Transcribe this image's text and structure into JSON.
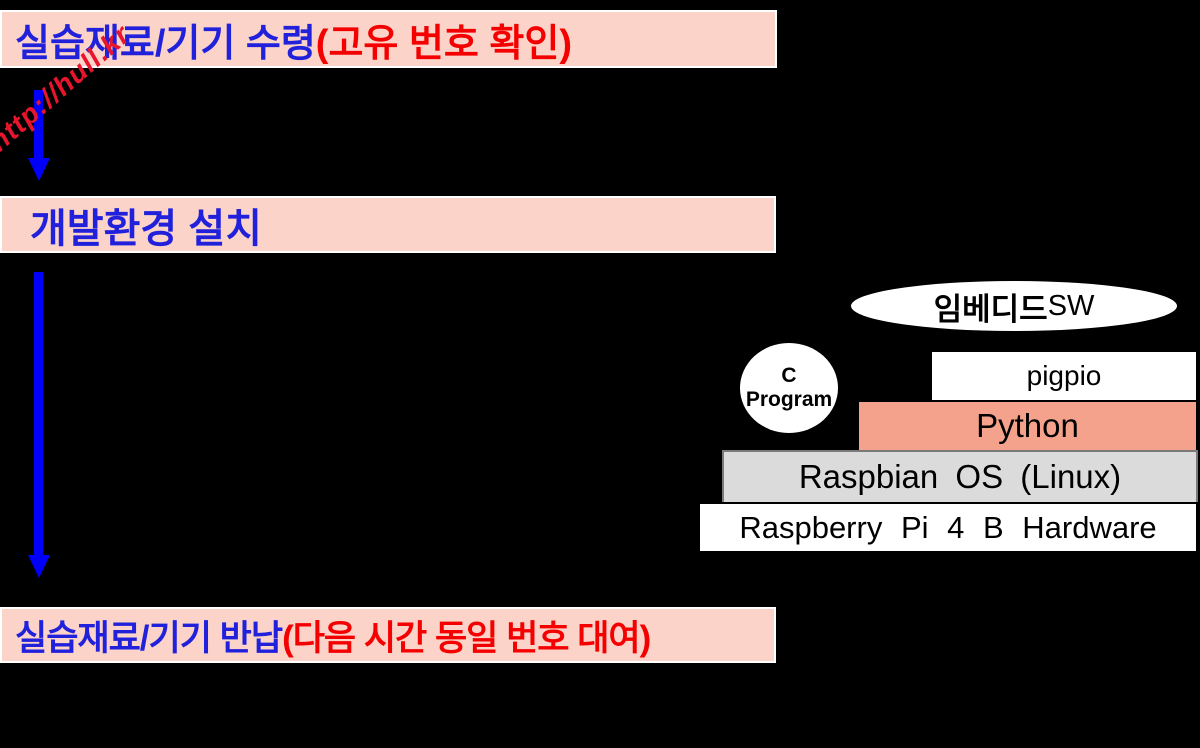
{
  "watermark": {
    "text": "http://hull.kr"
  },
  "flow_steps": [
    {
      "title": "실습재료/기기 수령",
      "note": "(고유 번호 확인)"
    },
    {
      "title": "개발환경 설치",
      "note": ""
    },
    {
      "title": "실습재료/기기 반납",
      "note": "(다음 시간 동일 번호 대여)"
    }
  ],
  "stack": {
    "ellipse": {
      "korean": "임베디드",
      "latin": "SW"
    },
    "circle": {
      "line1": "C",
      "line2": "Program"
    },
    "layers": [
      {
        "name": "pigpio"
      },
      {
        "name": "Python"
      },
      {
        "name": "Raspbian OS (Linux)"
      },
      {
        "name": "Raspberry Pi 4 B Hardware"
      }
    ]
  },
  "colors": {
    "background": "#000000",
    "flow_box_fill": "#FBD3C9",
    "flow_box_border": "#FFFFFF",
    "title_blue": "#2121DC",
    "note_red": "#F50000",
    "watermark_red": "#E8152D",
    "arrow_blue": "#0000FA",
    "python_layer_fill": "#F4A28C",
    "raspbian_layer_fill": "#DBDBDB",
    "layer_white_fill": "#FFFFFF"
  }
}
